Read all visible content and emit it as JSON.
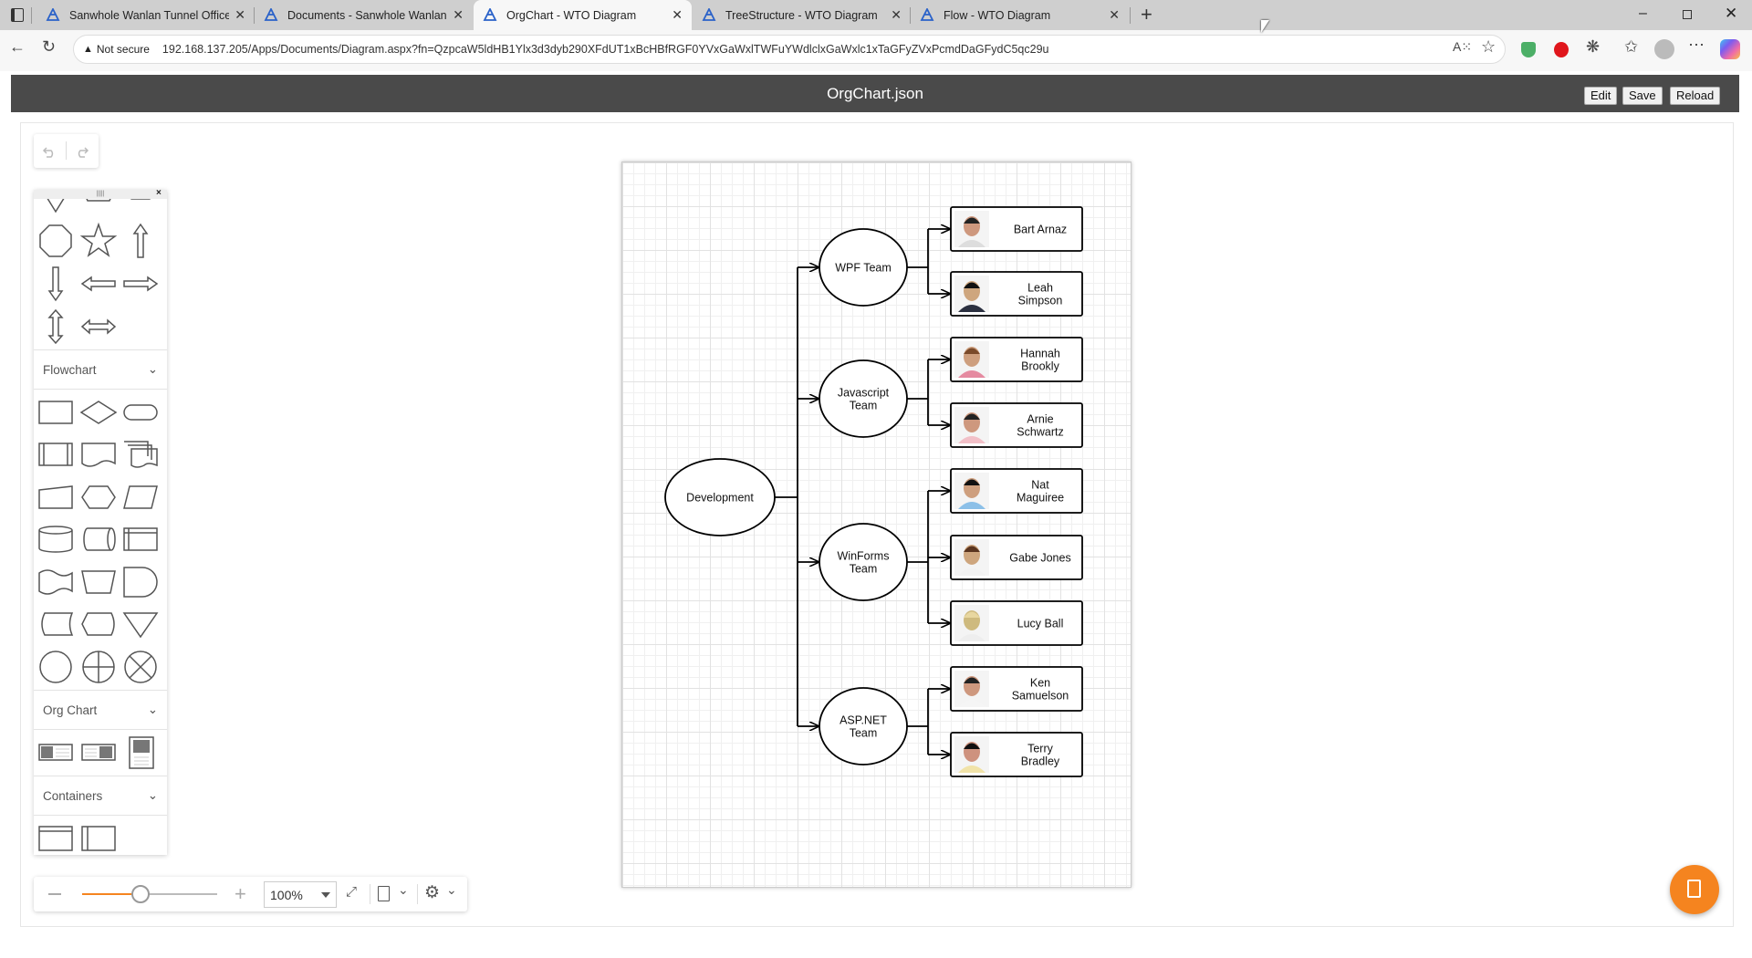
{
  "browser": {
    "tabs": [
      {
        "label": "Sanwhole Wanlan Tunnel Office",
        "active": false
      },
      {
        "label": "Documents - Sanwhole Wanlan Tunnel Office",
        "active": false
      },
      {
        "label": "OrgChart - WTO Diagram",
        "active": true
      },
      {
        "label": "TreeStructure - WTO Diagram",
        "active": false
      },
      {
        "label": "Flow - WTO Diagram",
        "active": false
      }
    ],
    "security_label": "Not secure",
    "url": "192.168.137.205/Apps/Documents/Diagram.aspx?fn=QzpcaW5ldHB1Ylx3d3dyb290XFdUT1xBcHBfRGF0YVxGaWxlTWFuYWdlclxGaWxlc1xTaGFyZVxPcmdDaGFydC5qc29u"
  },
  "header": {
    "title": "OrgChart.json",
    "buttons": {
      "edit": "Edit",
      "save": "Save",
      "reload": "Reload"
    }
  },
  "palette": {
    "sections": {
      "flowchart": "Flowchart",
      "org_chart": "Org Chart",
      "containers": "Containers"
    }
  },
  "zoom": {
    "value": "100%",
    "slider_fraction": 0.43
  },
  "accent_color": "#f5841f",
  "diagram": {
    "root": "Development",
    "teams": [
      {
        "name": [
          "WPF Team"
        ],
        "members": [
          [
            "Bart Arnaz"
          ],
          [
            "Leah",
            "Simpson"
          ]
        ]
      },
      {
        "name": [
          "Javascript",
          "Team"
        ],
        "members": [
          [
            "Hannah",
            "Brookly"
          ],
          [
            "Arnie",
            "Schwartz"
          ]
        ]
      },
      {
        "name": [
          "WinForms",
          "Team"
        ],
        "members": [
          [
            "Nat",
            "Maguiree"
          ],
          [
            "Gabe Jones"
          ],
          [
            "Lucy Ball"
          ]
        ]
      },
      {
        "name": [
          "ASP.NET",
          "Team"
        ],
        "members": [
          [
            "Ken",
            "Samuelson"
          ],
          [
            "Terry",
            "Bradley"
          ]
        ]
      }
    ]
  }
}
